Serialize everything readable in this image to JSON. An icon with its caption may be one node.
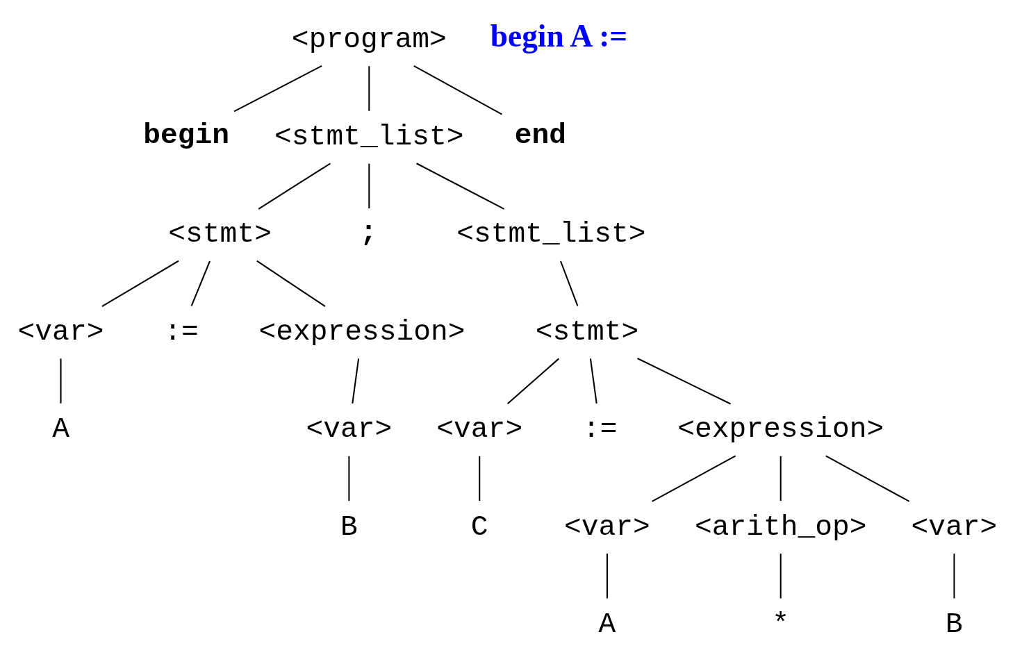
{
  "diagram": {
    "nodes": [
      {
        "text": [
          "<program>"
        ]
      },
      {
        "text": [
          "begin"
        ]
      },
      {
        "text": [
          "<stmt_list>"
        ]
      },
      {
        "text": [
          "end"
        ]
      },
      {
        "text": [
          "<stmt>"
        ]
      },
      {
        "text": [
          ";"
        ]
      },
      {
        "text": [
          "<stmt_list>"
        ]
      },
      {
        "text": [
          "<var>"
        ]
      },
      {
        "text": [
          ":="
        ]
      },
      {
        "text": [
          "<expression>"
        ]
      },
      {
        "text": [
          "<stmt>"
        ]
      },
      {
        "text": [
          "A"
        ]
      },
      {
        "text": [
          "<var>"
        ]
      },
      {
        "text": [
          "<var>"
        ]
      },
      {
        "text": [
          ":="
        ]
      },
      {
        "text": [
          "<expression>"
        ]
      },
      {
        "text": [
          "B"
        ]
      },
      {
        "text": [
          "C"
        ]
      },
      {
        "text": [
          "<var>"
        ]
      },
      {
        "text": [
          "<arith_op>"
        ]
      },
      {
        "text": [
          "<var>"
        ]
      },
      {
        "text": [
          "A"
        ]
      },
      {
        "text": [
          "*"
        ]
      },
      {
        "text": [
          "B"
        ]
      }
    ],
    "edges": [
      {
        "from": 0,
        "to": 1,
        "arrow": "none"
      },
      {
        "from": 0,
        "to": 2,
        "arrow": "none"
      },
      {
        "from": 0,
        "to": 3,
        "arrow": "none"
      },
      {
        "from": 2,
        "to": 4,
        "arrow": "none"
      },
      {
        "from": 2,
        "to": 5,
        "arrow": "none"
      },
      {
        "from": 2,
        "to": 6,
        "arrow": "none"
      },
      {
        "from": 4,
        "to": 7,
        "arrow": "none"
      },
      {
        "from": 4,
        "to": 8,
        "arrow": "none"
      },
      {
        "from": 4,
        "to": 9,
        "arrow": "none"
      },
      {
        "from": 6,
        "to": 10,
        "arrow": "none"
      },
      {
        "from": 7,
        "to": 11,
        "arrow": "none"
      },
      {
        "from": 9,
        "to": 12,
        "arrow": "none"
      },
      {
        "from": 10,
        "to": 13,
        "arrow": "none"
      },
      {
        "from": 10,
        "to": 14,
        "arrow": "none"
      },
      {
        "from": 10,
        "to": 15,
        "arrow": "none"
      },
      {
        "from": 12,
        "to": 16,
        "arrow": "none"
      },
      {
        "from": 13,
        "to": 17,
        "arrow": "none"
      },
      {
        "from": 15,
        "to": 18,
        "arrow": "none"
      },
      {
        "from": 15,
        "to": 19,
        "arrow": "none"
      },
      {
        "from": 15,
        "to": 20,
        "arrow": "none"
      },
      {
        "from": 18,
        "to": 21,
        "arrow": "none"
      },
      {
        "from": 19,
        "to": 22,
        "arrow": "none"
      },
      {
        "from": 20,
        "to": 23,
        "arrow": "none"
      }
    ],
    "labels": [
      "begin A :="
    ]
  }
}
